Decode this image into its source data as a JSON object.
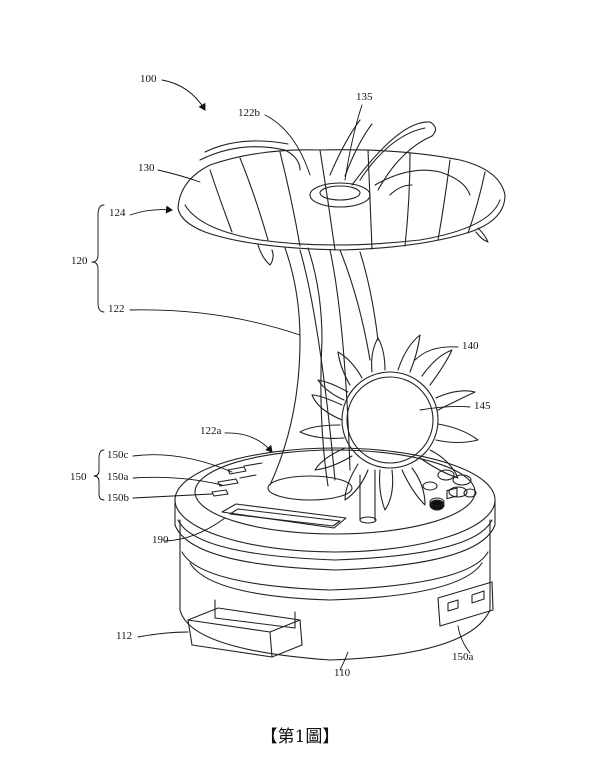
{
  "figure": {
    "caption": "【第1圖】",
    "labels": {
      "device": "100",
      "stem_assembly": "120",
      "head": "124",
      "stem": "122",
      "stem_top": "122b",
      "stem_bottom": "122a",
      "petals": "130",
      "top_part": "135",
      "flower": "140",
      "flower_center": "145",
      "ports_group": "150",
      "port_c": "150c",
      "port_a_top": "150a",
      "port_b": "150b",
      "port_a_side": "150a",
      "panel": "190",
      "drawer": "112",
      "base": "110"
    }
  }
}
